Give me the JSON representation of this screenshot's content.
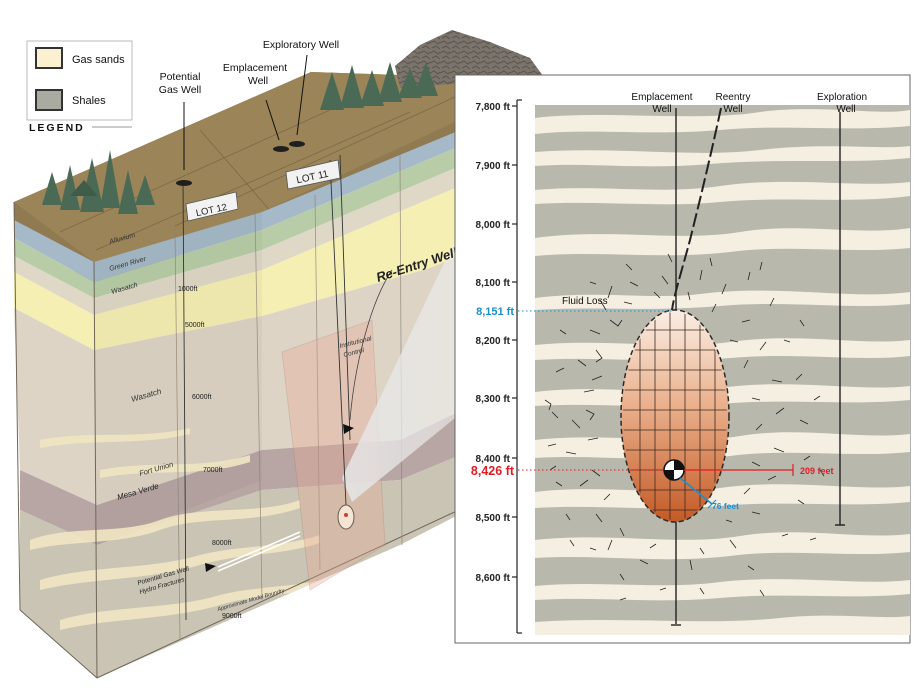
{
  "legend": {
    "items": [
      {
        "label": "Gas sands",
        "color": "#fbf0d0"
      },
      {
        "label": "Shales",
        "color": "#a9aaa0"
      }
    ],
    "title": "LEGEND"
  },
  "block": {
    "well_labels": {
      "potential_gas_well": [
        "Potential",
        "Gas Well"
      ],
      "emplacement_well": [
        "Emplacement",
        "Well"
      ],
      "exploratory_well": "Exploratory Well",
      "reentry_well": "Re-Entry Well"
    },
    "lots": [
      "LOT 12",
      "LOT 11"
    ],
    "layers": [
      "Alluvium",
      "Green River",
      "Wasatch",
      "Wasatch",
      "Fort Union",
      "Mesa Verde"
    ],
    "depths": [
      "1000ft",
      "5000ft",
      "6000ft",
      "7000ft",
      "8000ft",
      "9000ft"
    ],
    "institutional_control": [
      "Institutional",
      "Control"
    ],
    "hydro_fractures": [
      "Potential Gas Well",
      "Hydro Fractures"
    ],
    "model_boundary": "Approximate Model Boundry"
  },
  "inset": {
    "wells": {
      "emplacement": [
        "Emplacement",
        "Well"
      ],
      "reentry": [
        "Reentry",
        "Well"
      ],
      "exploration": [
        "Exploration",
        "Well"
      ]
    },
    "depth_ticks": [
      "7,800 ft",
      "7,900 ft",
      "8,000 ft",
      "8,100 ft",
      "8,200 ft",
      "8,300 ft",
      "8,400 ft",
      "8,500 ft",
      "8,600 ft"
    ],
    "highlight_depths": {
      "top": "8,151 ft",
      "center": "8,426 ft"
    },
    "fluid_loss": "Fluid Loss",
    "radii": {
      "fracture": "209 feet",
      "chimney": "76 feet"
    },
    "colors": {
      "top_depth": "#1b8fd1",
      "center_depth": "#e31b23",
      "chimney_top": "#fbe6d8",
      "chimney_bottom": "#c8602c"
    }
  }
}
